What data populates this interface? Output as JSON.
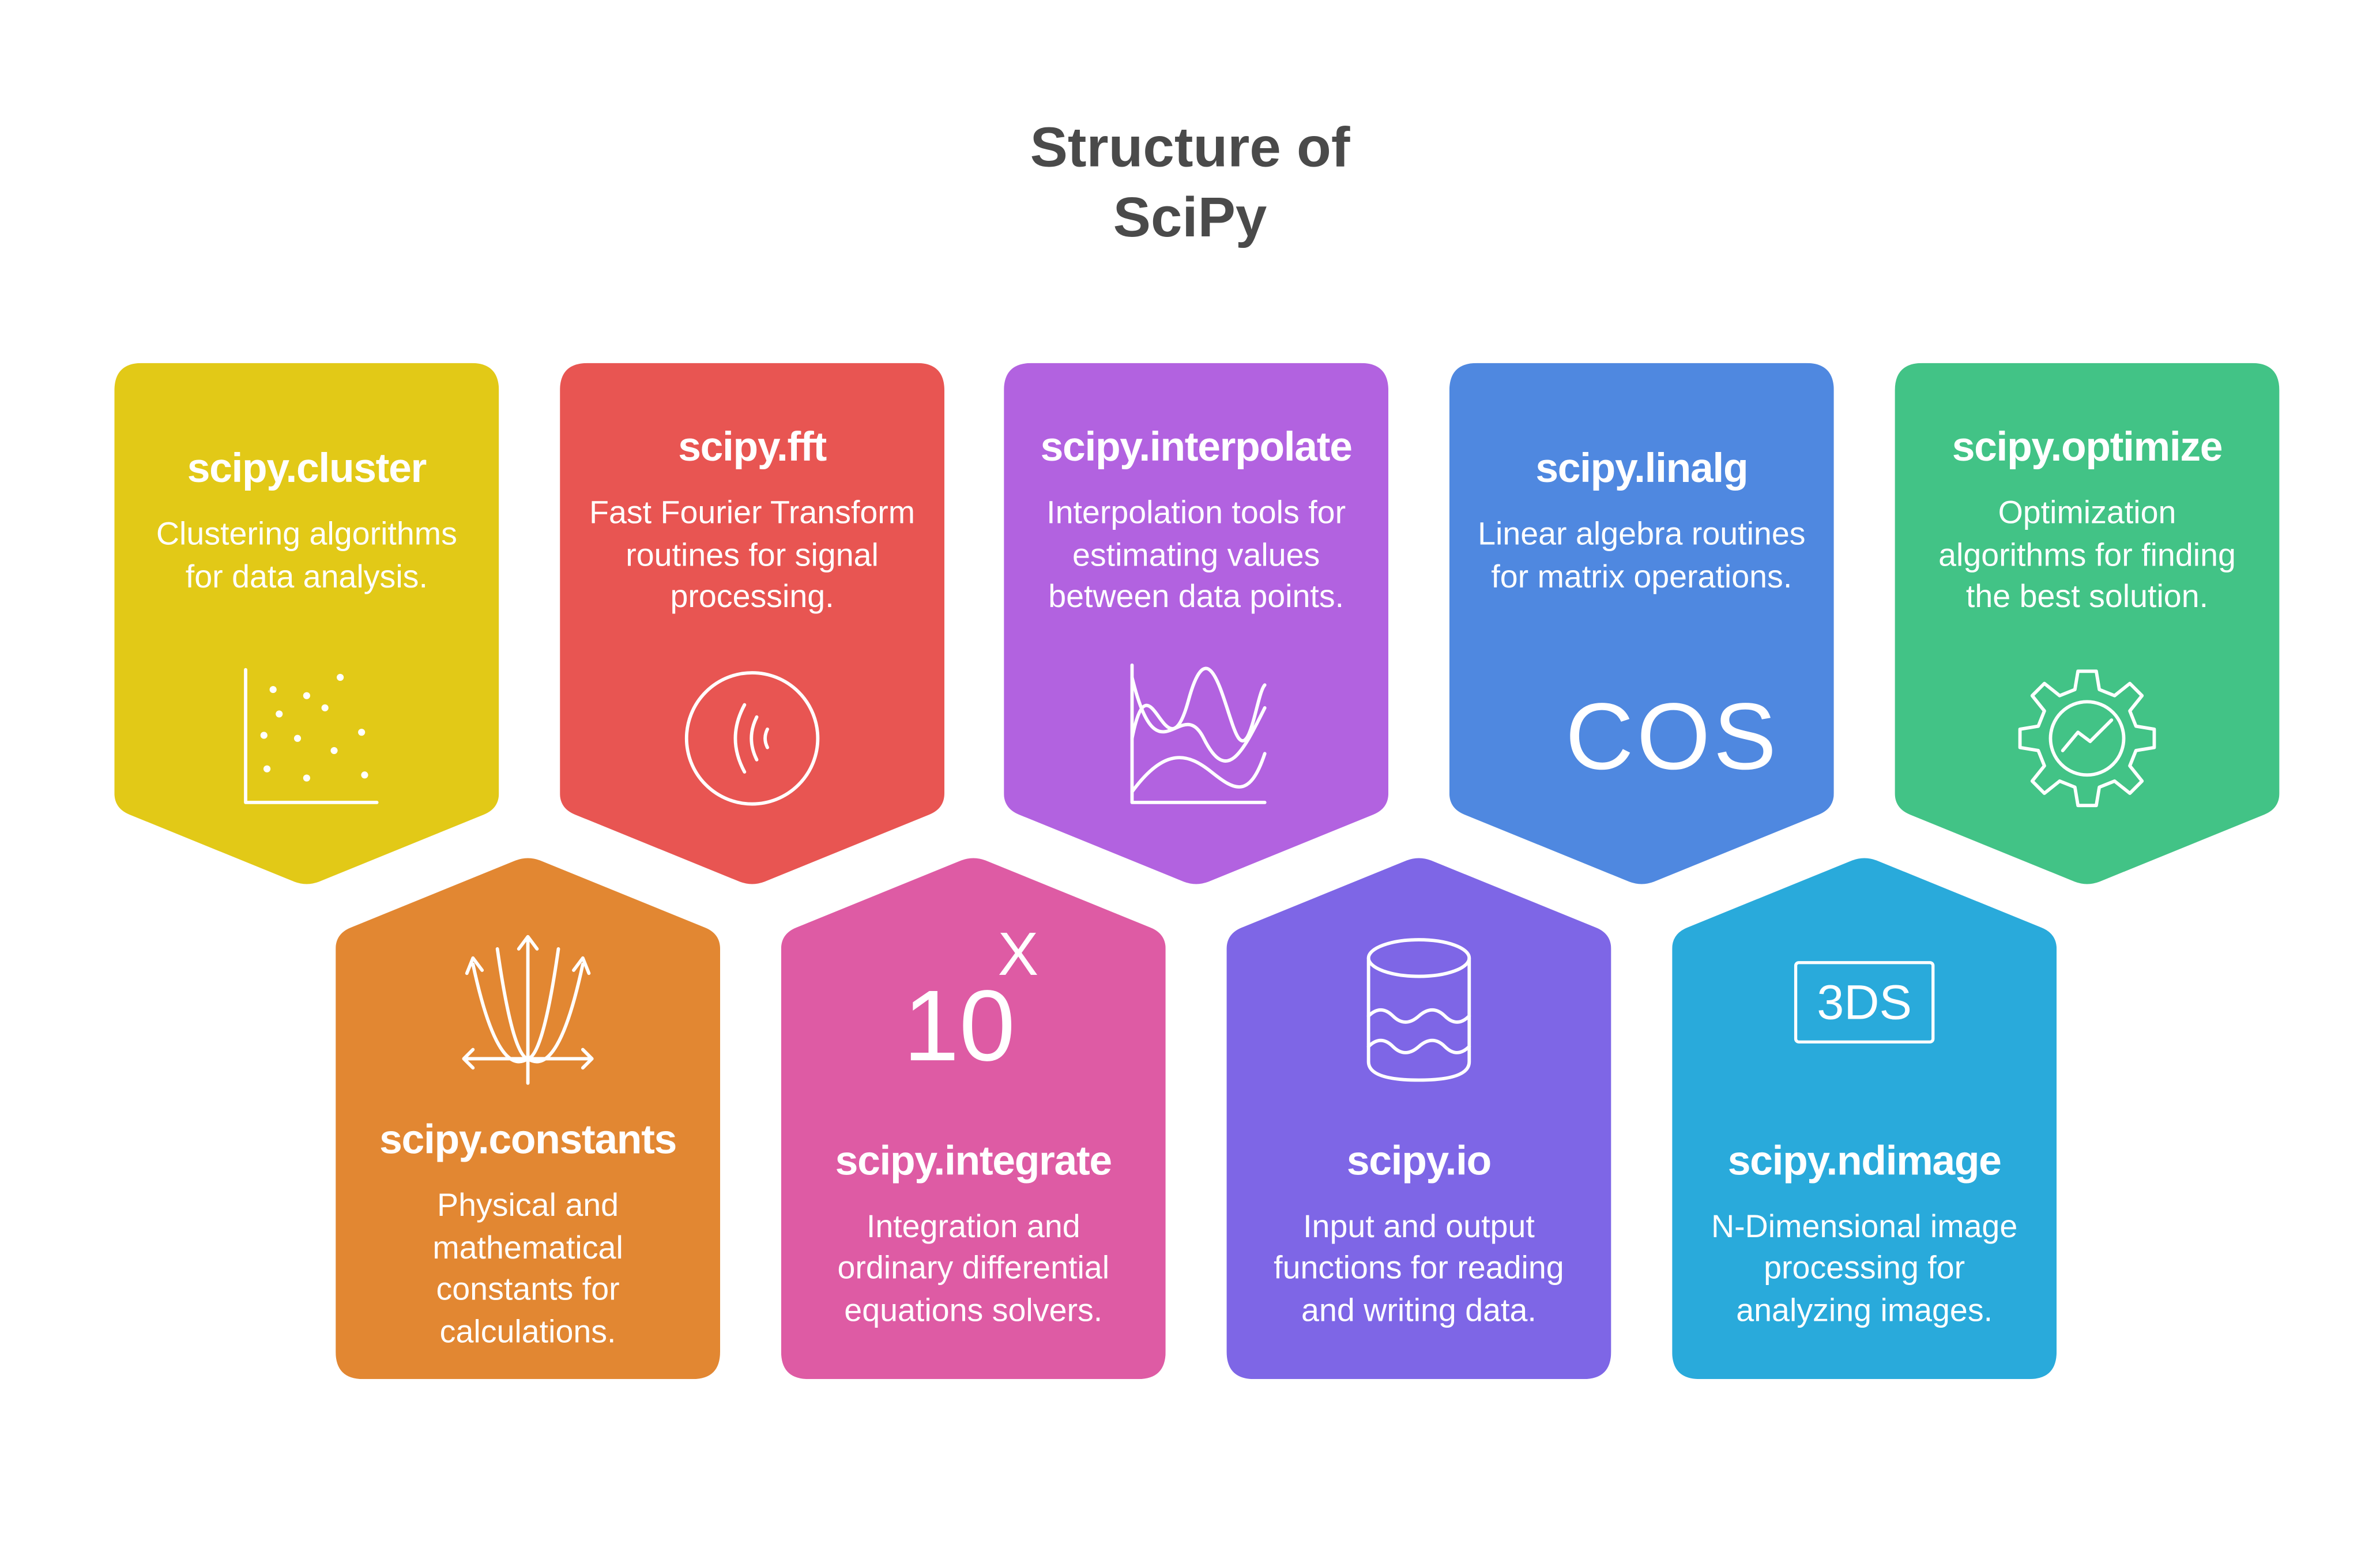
{
  "title_line1": "Structure of",
  "title_line2": "SciPy",
  "cards": [
    {
      "title": "scipy.cluster",
      "desc": "Clustering algorithms for data analysis.",
      "color": "#E2C917",
      "icon": "scatter-plot-icon"
    },
    {
      "title": "scipy.fft",
      "desc": "Fast Fourier Transform routines for signal processing.",
      "color": "#E85552",
      "icon": "signal-wave-icon"
    },
    {
      "title": "scipy.interpolate",
      "desc": "Interpolation tools for estimating values between data points.",
      "color": "#B262E0",
      "icon": "curves-chart-icon"
    },
    {
      "title": "scipy.linalg",
      "desc": "Linear algebra routines for matrix operations.",
      "color": "#4F88E0",
      "icon": "cos-icon",
      "icon_text": "COS"
    },
    {
      "title": "scipy.optimize",
      "desc": "Optimization algorithms for finding the best solution.",
      "color": "#42C386",
      "icon": "gear-chart-icon"
    },
    {
      "title": "scipy.constants",
      "desc": "Physical and mathematical constants for calculations.",
      "color": "#E28732",
      "icon": "parabola-axes-icon"
    },
    {
      "title": "scipy.integrate",
      "desc": "Integration and ordinary differential equations solvers.",
      "color": "#DE5BA4",
      "icon": "power-of-ten-icon",
      "icon_text": "10",
      "icon_sup": "X"
    },
    {
      "title": "scipy.io",
      "desc": "Input and output functions for reading and writing data.",
      "color": "#7E66E6",
      "icon": "database-icon"
    },
    {
      "title": "scipy.ndimage",
      "desc": "N-Dimensional image processing for analyzing images.",
      "color": "#29AADB",
      "icon": "3ds-icon",
      "icon_text": "3DS"
    }
  ]
}
